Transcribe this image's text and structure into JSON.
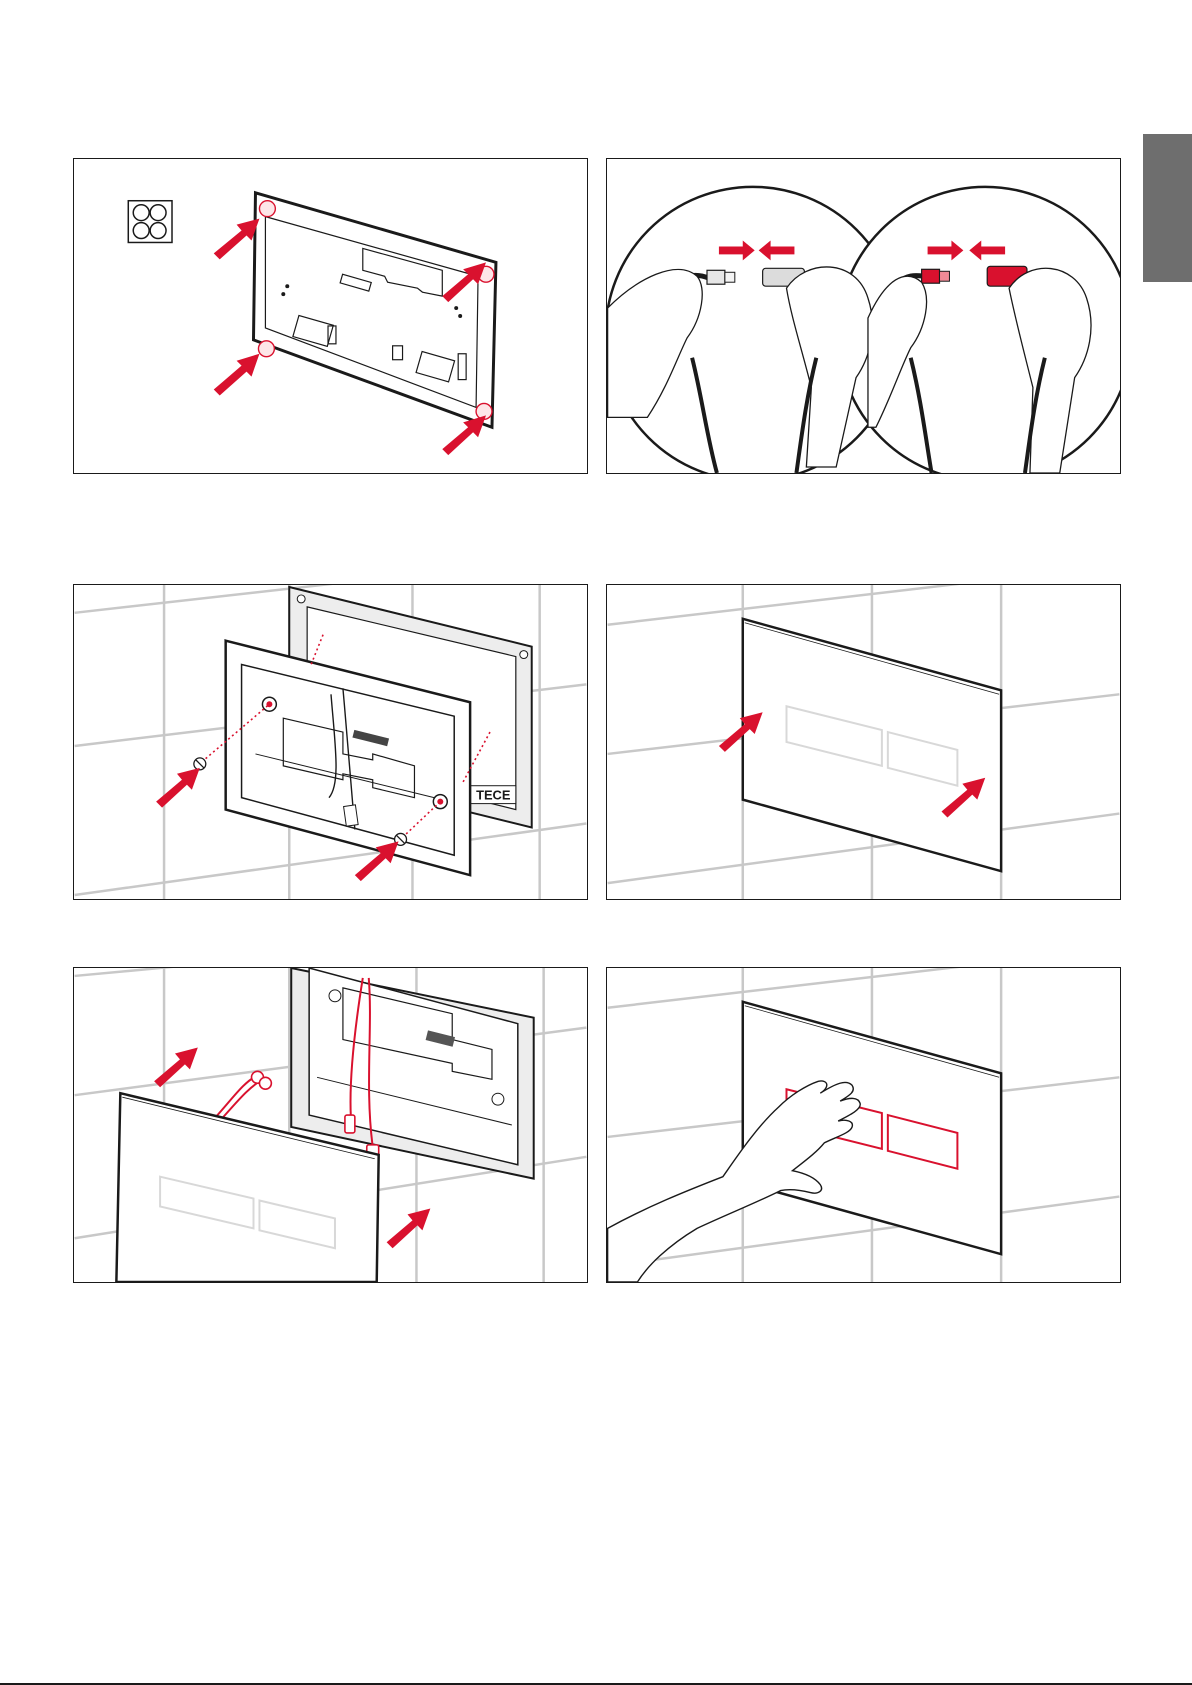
{
  "side_tab": {
    "color": "#6e6e6e"
  },
  "colors": {
    "accent": "#d9112e",
    "line": "#1a1a1a",
    "tile": "#c8c8c8"
  },
  "steps": [
    {
      "name": "mount-frame-pads"
    },
    {
      "name": "connect-cables"
    },
    {
      "name": "screw-frame"
    },
    {
      "name": "press-panel"
    },
    {
      "name": "attach-panel-cables"
    },
    {
      "name": "test-buttons"
    }
  ],
  "brand": {
    "logo_text": "TECE"
  }
}
